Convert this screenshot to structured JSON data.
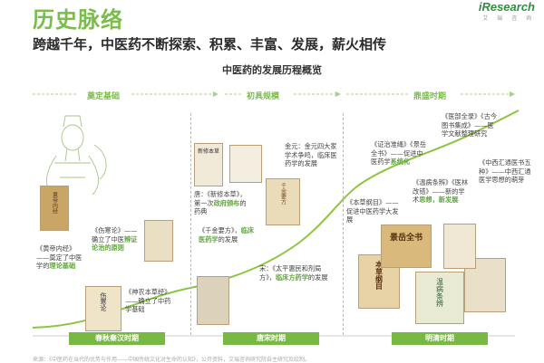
{
  "header": {
    "title": "历史脉络",
    "subtitle": "跨越千年，中医药不断探索、积累、丰富、发展，薪火相传",
    "logo_brand": "iResearch",
    "logo_cn": "艾 瑞 咨 询"
  },
  "chart": {
    "title": "中医药的发展历程概览",
    "phases": [
      "奠定基础",
      "初具规模",
      "鼎盛时期"
    ],
    "eras": [
      "春秋秦汉时期",
      "唐宋时期",
      "明清时期"
    ]
  },
  "annotations": {
    "a1": {
      "pre": "《黄帝内经》——奠定了中医学的",
      "hl": "理论基础",
      "post": ""
    },
    "a2": {
      "pre": "《伤寒论》——确立了中医",
      "hl": "辨证论治的原则",
      "post": ""
    },
    "a3": {
      "pre": "《神农本草经》——确立了中药学基础",
      "hl": "",
      "post": ""
    },
    "a4": {
      "pre": "唐：《新修本草》，第一次",
      "hl": "政府颁布",
      "post": "的药典"
    },
    "a5": {
      "pre": "《千金要方》，",
      "hl": "临床医药学",
      "post": "的发展"
    },
    "a6": {
      "pre": "金元：金元四大家学术争鸣，临床医药学的发展",
      "hl": "",
      "post": ""
    },
    "a7": {
      "pre": "宋：《太平惠民和剂局方》，",
      "hl": "临床方药学",
      "post": "的发展"
    },
    "a8": {
      "pre": "《证治准绳》《景岳全书》——促进中医药学",
      "hl": "系统化",
      "post": ""
    },
    "a9": {
      "pre": "《医部全录》《古今图书集成》——医学文献整理研究",
      "hl": "",
      "post": ""
    },
    "a10": {
      "pre": "《温病条辨》《医林改错》——新的学术",
      "hl": "思想，新发展",
      "post": ""
    },
    "a11": {
      "pre": "《本草纲目》——促进中医药学大发展",
      "hl": "",
      "post": ""
    },
    "a12": {
      "pre": "《中西汇通医书五种》——中西汇通医学思想的萌芽",
      "hl": "",
      "post": ""
    }
  },
  "book_labels": {
    "b1": "黄帝内经",
    "b2": "伤寒论",
    "b3": "新修本草",
    "b4": "千金要方",
    "b5": "本草纲目",
    "b6": "景岳全书",
    "b7": "温病条辨"
  },
  "footer": {
    "note": "来源：《中医药在当代的优势与作用——中国传统文化对生命的认知》，公开资料，艾瑞咨询研究院自主研究及绘制。"
  },
  "colors": {
    "accent": "#7bbd4a",
    "era_bar": "#78b943",
    "curve": "#8cc63f"
  }
}
